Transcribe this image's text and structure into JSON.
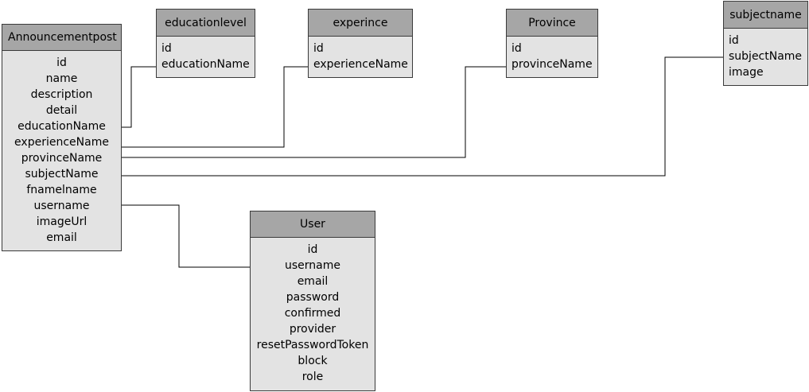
{
  "entities": {
    "announcementpost": {
      "title": "Announcementpost",
      "fields": [
        "id",
        "name",
        "description",
        "detail",
        "educationName",
        "experienceName",
        "provinceName",
        "subjectName",
        "fnamelname",
        "username",
        "imageUrl",
        "email"
      ]
    },
    "educationlevel": {
      "title": "educationlevel",
      "fields": [
        "id",
        "educationName"
      ]
    },
    "experince": {
      "title": "experince",
      "fields": [
        "id",
        "experienceName"
      ]
    },
    "province": {
      "title": "Province",
      "fields": [
        "id",
        "provinceName"
      ]
    },
    "subjectname": {
      "title": "subjectname",
      "fields": [
        "id",
        "subjectName",
        "image"
      ]
    },
    "user": {
      "title": "User",
      "fields": [
        "id",
        "username",
        "email",
        "password",
        "confirmed",
        "provider",
        "resetPasswordToken",
        "block",
        "role"
      ]
    }
  }
}
